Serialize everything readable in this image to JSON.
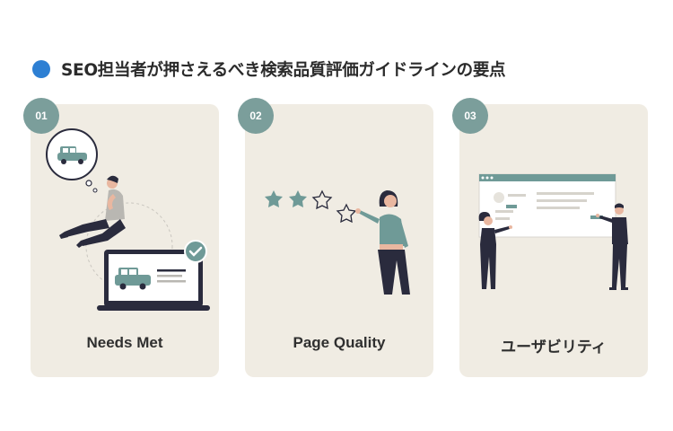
{
  "title": "SEO担当者が押さえるべき検索品質評価ガイドラインの要点",
  "colors": {
    "accent_dot": "#2d7fd3",
    "card_bg": "#f0ece3",
    "badge": "#7b9e9b",
    "teal": "#6f9a97",
    "dark": "#2a2b3d"
  },
  "cards": [
    {
      "number": "01",
      "label": "Needs Met",
      "icon": "person-thinking-car-laptop-illustration"
    },
    {
      "number": "02",
      "label": "Page Quality",
      "icon": "woman-star-rating-illustration"
    },
    {
      "number": "03",
      "label": "ユーザビリティ",
      "icon": "people-presenting-browser-illustration"
    }
  ]
}
